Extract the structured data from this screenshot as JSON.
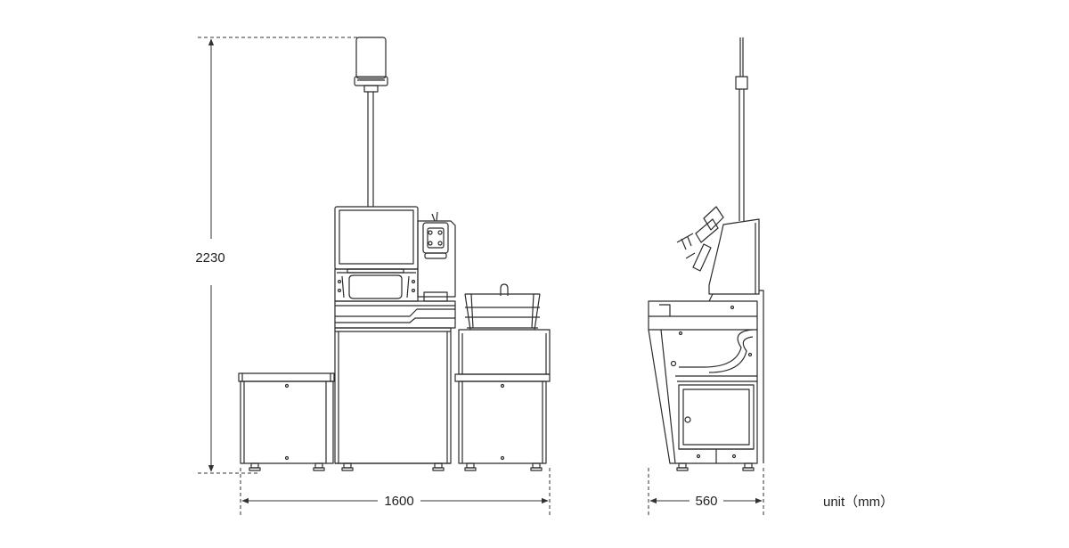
{
  "dimensions": {
    "height": "2230",
    "front_width": "1600",
    "side_depth": "560"
  },
  "unit_label": "unit（mm）",
  "colors": {
    "line": "#2b2b2b",
    "dim_line": "#333333",
    "background": "#ffffff"
  }
}
